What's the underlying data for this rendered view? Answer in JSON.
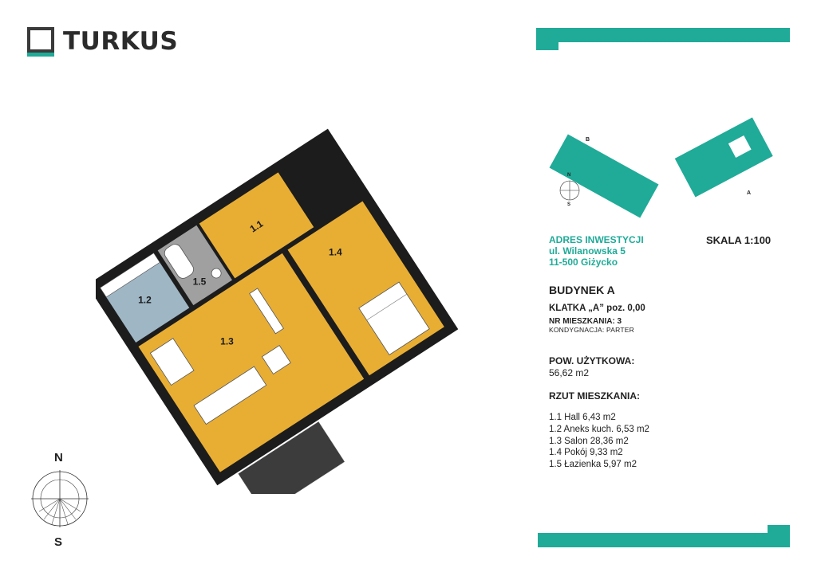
{
  "brand": {
    "name": "TURKUS",
    "color_teal": "#1fab98",
    "color_dark": "#3a3a3a"
  },
  "address": {
    "heading": "ADRES INWESTYCJI",
    "street": "ul. Wilanowska 5",
    "city": "11-500 Giżycko"
  },
  "scale": "SKALA 1:100",
  "building": "BUDYNEK A",
  "staircase": "KLATKA „A” poz. 0,00",
  "apartment_no": "NR MIESZKANIA: 3",
  "floor": "KONDYGNACJA: PARTER",
  "usable_area": {
    "label": "POW. UŻYTKOWA:",
    "value": "56,62 m2"
  },
  "rooms_heading": "RZUT MIESZKANIA:",
  "rooms": [
    {
      "id": "1.1",
      "text": "1.1 Hall 6,43 m2"
    },
    {
      "id": "1.2",
      "text": "1.2 Aneks kuch. 6,53 m2"
    },
    {
      "id": "1.3",
      "text": "1.3 Salon 28,36 m2"
    },
    {
      "id": "1.4",
      "text": "1.4 Pokój 9,33 m2"
    },
    {
      "id": "1.5",
      "text": "1.5 Łazienka 5,97  m2"
    }
  ],
  "room_labels": [
    "1.1",
    "1.2",
    "1.3",
    "1.4",
    "1.5"
  ],
  "site_plan": {
    "label_a": "A",
    "label_b": "B",
    "compass_n": "N",
    "compass_s": "S"
  },
  "compass": {
    "n": "N",
    "s": "S"
  },
  "colors": {
    "living": "#e8ae34",
    "kitchen": "#9fb6c5",
    "bath": "#a0a0a0",
    "walls": "#1c1c1c",
    "terrace": "#3c3c3c"
  }
}
